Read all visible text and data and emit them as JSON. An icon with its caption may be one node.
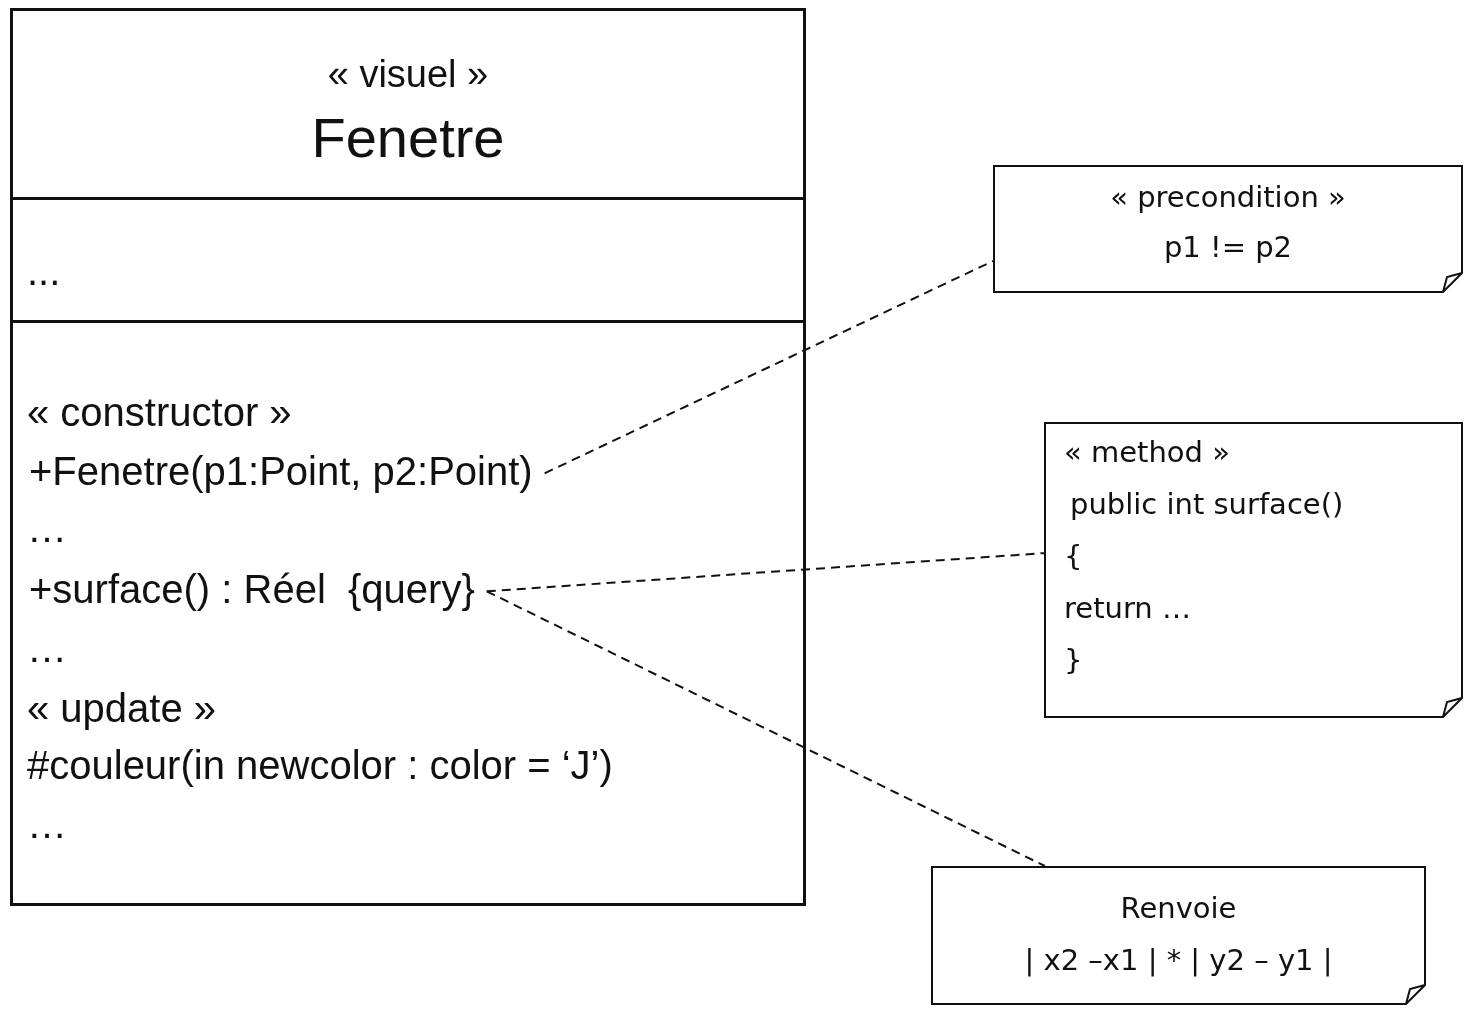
{
  "diagram": {
    "nodes": [
      {
        "text": [
          "« visuel »",
          "Fenetre"
        ]
      },
      {
        "text": [
          "..."
        ],
        "in": 0
      },
      {
        "text": [
          "« constructor »",
          "…",
          "…",
          "« update »",
          "#couleur(in newcolor : color = ‘J’)",
          "…"
        ],
        "in": 0
      },
      {
        "text": [
          "+Fenetre(p1:Point, p2:Point)"
        ],
        "in": 2
      },
      {
        "text": [
          "+surface() : Réel  {query}"
        ],
        "in": 2
      },
      {
        "text": [
          "« precondition »",
          "p1 != p2"
        ]
      },
      {
        "text": [
          "« method »",
          "public int surface()",
          "{",
          "return …",
          "}"
        ]
      },
      {
        "text": [
          "Renvoie",
          "| x2 –x1 | * | y2 – y1 |"
        ]
      }
    ],
    "edges": [
      {
        "from": 3,
        "to": 5,
        "arrow": "none",
        "style": "dashed"
      },
      {
        "from": 4,
        "to": 6,
        "arrow": "none",
        "style": "dashed"
      },
      {
        "from": 4,
        "to": 7,
        "arrow": "none",
        "style": "dashed"
      }
    ]
  }
}
